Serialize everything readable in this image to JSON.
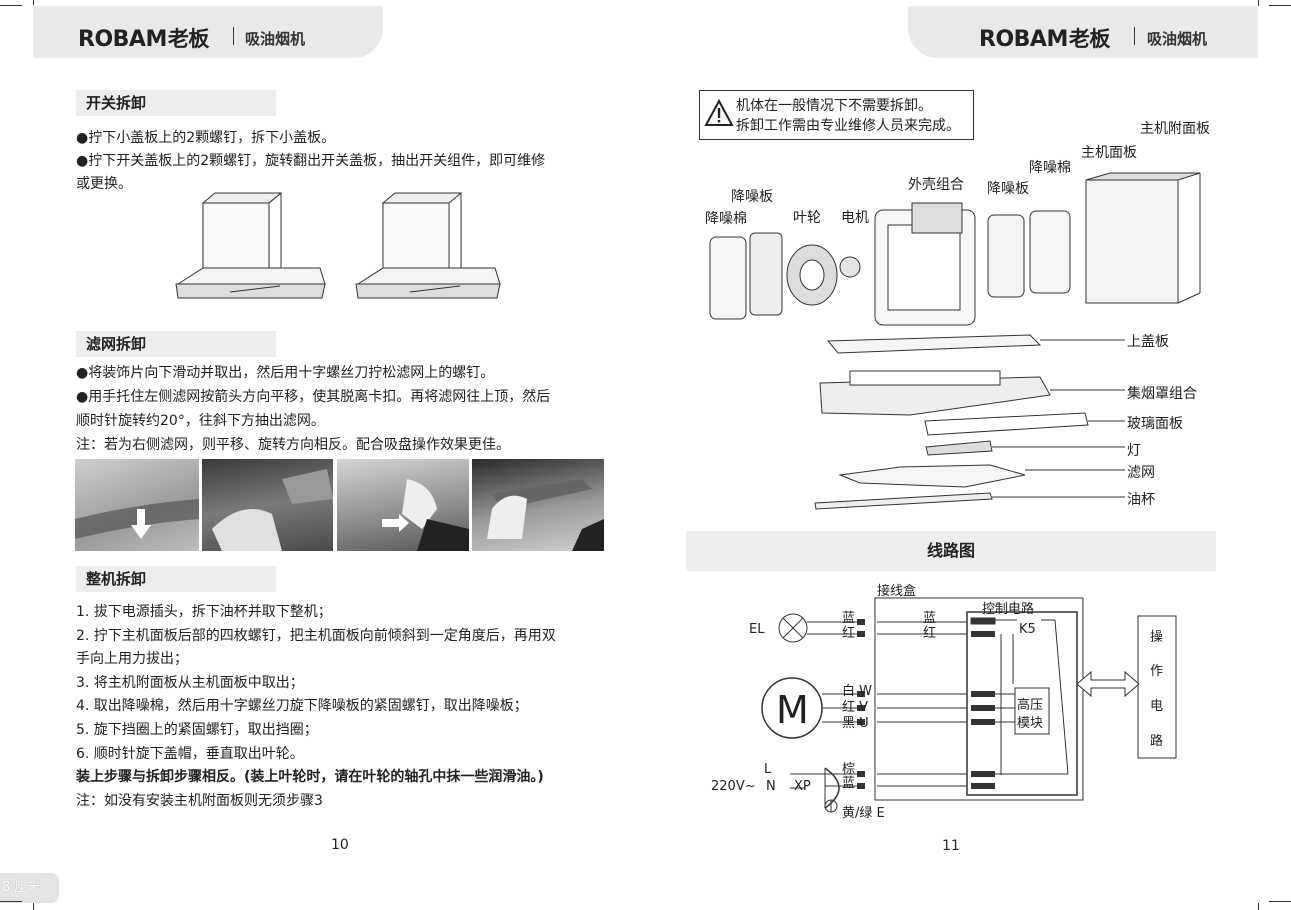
{
  "header": {
    "brand": "ROBAM",
    "brand_cn": "老板",
    "product": "吸油烟机"
  },
  "left": {
    "sec1": {
      "title": "开关拆卸",
      "lines": [
        "●拧下小盖板上的2颗螺钉，拆下小盖板。",
        "●拧下开关盖板上的2颗螺钉，旋转翻出开关盖板，抽出开关组件，即可维修",
        "或更换。"
      ]
    },
    "sec2": {
      "title": "滤网拆卸",
      "lines": [
        "●将装饰片向下滑动并取出，然后用十字螺丝刀拧松滤网上的螺钉。",
        "●用手托住左侧滤网按箭头方向平移，使其脱离卡扣。再将滤网往上顶，然后",
        "顺时针旋转约20°，往斜下方抽出滤网。",
        "注：若为右侧滤网，则平移、旋转方向相反。配合吸盘操作效果更佳。"
      ]
    },
    "sec3": {
      "title": "整机拆卸",
      "lines": [
        "1. 拔下电源插头，拆下油杯并取下整机；",
        "2. 拧下主机面板后部的四枚螺钉，把主机面板向前倾斜到一定角度后，再用双",
        "手向上用力拔出；",
        "3. 将主机附面板从主机面板中取出；",
        "4. 取出降噪棉，然后用十字螺丝刀旋下降噪板的紧固螺钉，取出降噪板；",
        "5. 旋下挡圈上的紧固螺钉，取出挡圈；",
        "6. 顺时针旋下盖帽，垂直取出叶轮。"
      ],
      "bold": "装上步骤与拆卸步骤相反。(装上叶轮时，请在叶轮的轴孔中抹一些润滑油。)",
      "note": "注：如没有安装主机附面板则无须步骤3"
    },
    "page_number": "10",
    "ruler_label": "8 厘米"
  },
  "right": {
    "warning": [
      "机体在一般情况下不需要拆卸。",
      "拆卸工作需由专业维修人员来完成。"
    ],
    "parts": {
      "jiangzaomian_l": "降噪棉",
      "jiangzaoban_l": "降噪板",
      "yelun": "叶轮",
      "dianji": "电机",
      "waike": "外壳组合",
      "jiangzaoban_r": "降噪板",
      "jiangzaomian_r": "降噪棉",
      "zhujimianban": "主机面板",
      "zhujifumianban": "主机附面板",
      "shanggaiban": "上盖板",
      "jiyanzhao": "集烟罩组合",
      "boli": "玻璃面板",
      "deng": "灯",
      "lvwang": "滤网",
      "youbei": "油杯"
    },
    "wiring": {
      "title": "线路图",
      "box": "接线盒",
      "control": "控制电路",
      "el": "EL",
      "blue": "蓝",
      "red": "红",
      "k5": "K5",
      "white_w": "白 W",
      "red_v": "红 V",
      "black_u": "黑 U",
      "motor": "M",
      "hv1": "高压",
      "hv2": "模块",
      "op": [
        "操",
        "作",
        "电",
        "路"
      ],
      "L": "L",
      "N": "N",
      "XP": "XP",
      "volt": "220V~",
      "brown": "棕",
      "blue2": "蓝",
      "ground": "黄/绿  E"
    },
    "page_number": "11"
  }
}
